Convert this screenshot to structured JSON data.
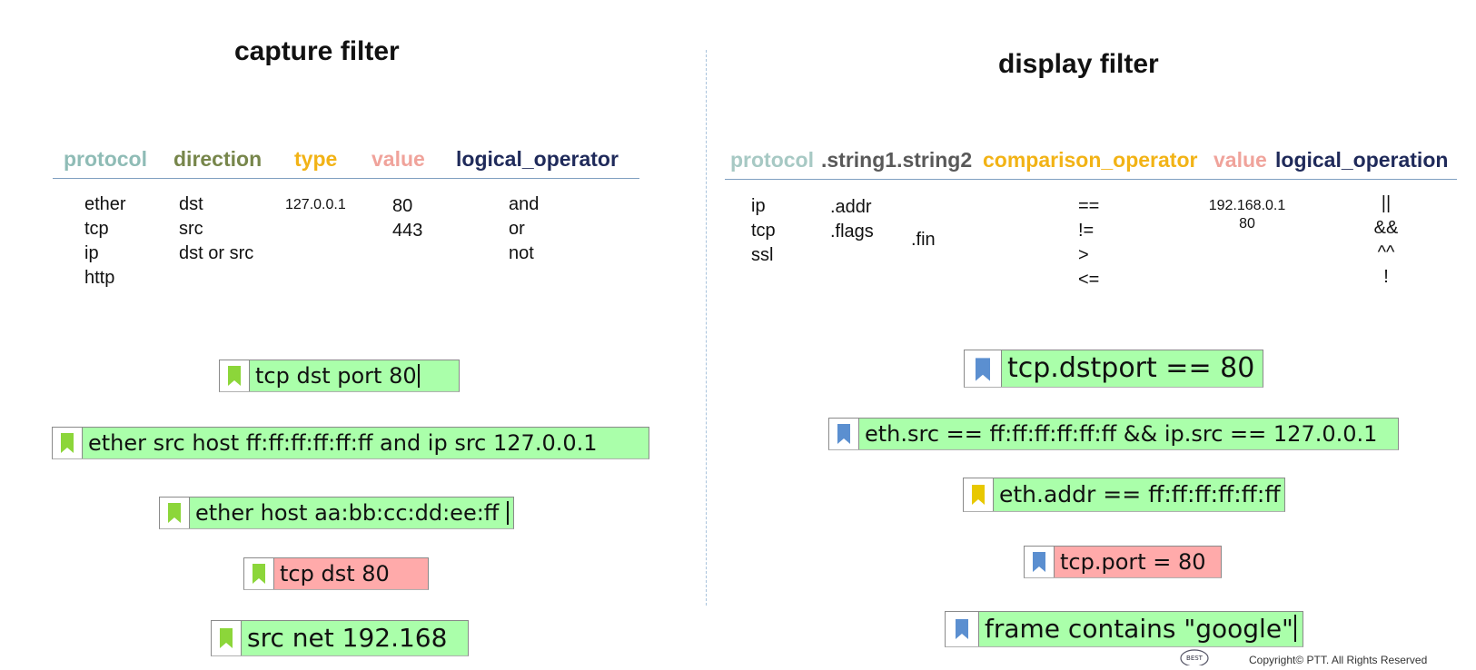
{
  "capture": {
    "title": "capture filter",
    "headers": [
      {
        "text": "protocol",
        "color": "#8fbcb6"
      },
      {
        "text": "direction",
        "color": "#77864b"
      },
      {
        "text": "type",
        "color": "#f2b316"
      },
      {
        "text": "value",
        "color": "#f0a39b"
      },
      {
        "text": "logical_operator",
        "color": "#1f2a5a"
      }
    ],
    "protocols": [
      "ether",
      "tcp",
      "ip",
      "http"
    ],
    "directions": [
      "dst",
      "src",
      "dst or src"
    ],
    "type_value": "127.0.0.1",
    "values": [
      "80",
      "443"
    ],
    "operators": [
      "and",
      "or",
      "not"
    ],
    "filters": [
      {
        "text": "tcp dst port 80",
        "state": "green",
        "bookmark_color": "#8cd63a"
      },
      {
        "text": "ether src host ff:ff:ff:ff:ff:ff and ip src 127.0.0.1",
        "state": "green",
        "bookmark_color": "#8cd63a"
      },
      {
        "text": "ether host aa:bb:cc:dd:ee:ff ",
        "state": "green",
        "bookmark_color": "#8cd63a"
      },
      {
        "text": "tcp dst 80",
        "state": "red",
        "bookmark_color": "#8cd63a"
      },
      {
        "text": "src net 192.168",
        "state": "green",
        "bookmark_color": "#8cd63a"
      }
    ]
  },
  "display": {
    "title": "display filter",
    "headers": [
      {
        "text": "protocol",
        "color": "#a7c9c4"
      },
      {
        "text": ".string1.string2",
        "color": "#595959"
      },
      {
        "text": "comparison_operator",
        "color": "#f2b316"
      },
      {
        "text": "value",
        "color": "#f0a39b"
      },
      {
        "text": "logical_operation",
        "color": "#1f2a5a"
      }
    ],
    "protocols": [
      "ip",
      "tcp",
      "ssl"
    ],
    "strings": [
      ".addr",
      ".flags"
    ],
    "string2": ".fin",
    "comparisons": [
      "==",
      "!=",
      ">",
      "<="
    ],
    "values": [
      "192.168.0.1",
      "80"
    ],
    "logicals": [
      "||",
      "&&",
      "^^",
      "!"
    ],
    "filters": [
      {
        "text": "tcp.dstport == 80",
        "state": "green",
        "bookmark_color": "#5b8fd0"
      },
      {
        "text": "eth.src == ff:ff:ff:ff:ff:ff && ip.src == 127.0.0.1",
        "state": "green",
        "bookmark_color": "#5b8fd0"
      },
      {
        "text": "eth.addr == ff:ff:ff:ff:ff:ff",
        "state": "green",
        "bookmark_color": "#e8c800"
      },
      {
        "text": "tcp.port = 80",
        "state": "red",
        "bookmark_color": "#5b8fd0"
      },
      {
        "text": "frame contains \"google\"",
        "state": "green",
        "bookmark_color": "#5b8fd0"
      }
    ]
  },
  "footer": {
    "copyright": "Copyright© PTT. All Rights Reserved",
    "logo_text": "BEST"
  }
}
